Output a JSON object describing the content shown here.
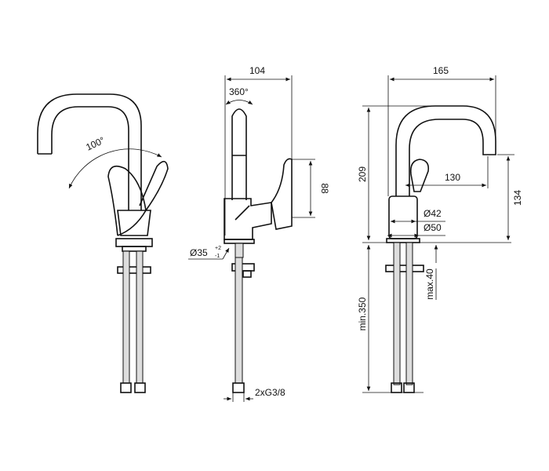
{
  "left_view": {
    "rotation_angle": "100°"
  },
  "side_view": {
    "width": "104",
    "swivel": "360°",
    "lever_height": "88",
    "hole_diameter": "Ø35",
    "tol_plus": "+2",
    "tol_minus": "-1",
    "connection": "2xG3/8"
  },
  "front_view": {
    "width": "165",
    "height": "209",
    "reach": "130",
    "spout_height": "134",
    "body_diameter": "Ø42",
    "base_diameter": "Ø50",
    "hose_length": "min.350",
    "deck_thickness": "max.40"
  },
  "colors": {
    "line": "#111111",
    "background": "#ffffff"
  }
}
